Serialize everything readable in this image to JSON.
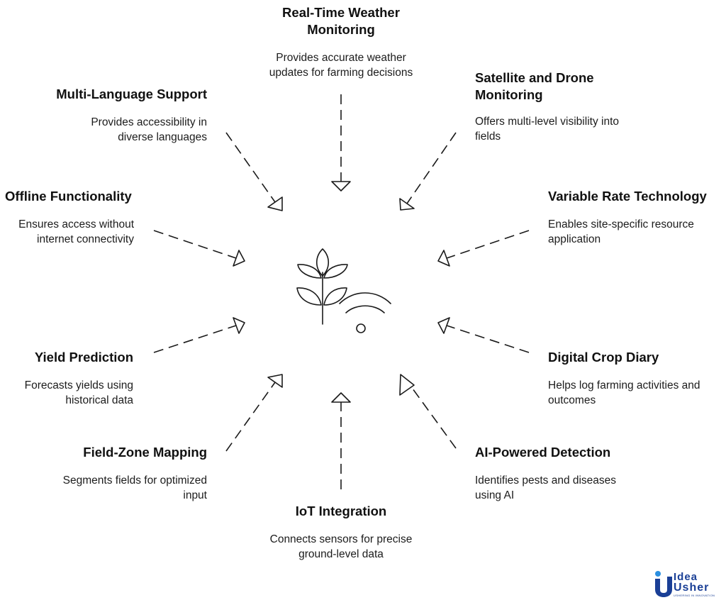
{
  "features": [
    {
      "id": "weather",
      "title": "Real-Time Weather Monitoring",
      "desc": "Provides accurate weather updates for farming decisions"
    },
    {
      "id": "satellite",
      "title": "Satellite and Drone Monitoring",
      "desc": "Offers multi-level visibility into fields"
    },
    {
      "id": "vrt",
      "title": "Variable Rate Technology",
      "desc": "Enables site-specific resource application"
    },
    {
      "id": "diary",
      "title": "Digital Crop Diary",
      "desc": "Helps log farming activities and outcomes"
    },
    {
      "id": "ai",
      "title": "AI-Powered Detection",
      "desc": "Identifies pests and diseases using AI"
    },
    {
      "id": "iot",
      "title": "IoT Integration",
      "desc": "Connects sensors for precise ground-level data"
    },
    {
      "id": "fieldzone",
      "title": "Field-Zone Mapping",
      "desc": "Segments fields for optimized input"
    },
    {
      "id": "yield",
      "title": "Yield Prediction",
      "desc": "Forecasts yields using historical data"
    },
    {
      "id": "offline",
      "title": "Offline Functionality",
      "desc": "Ensures access without internet connectivity"
    },
    {
      "id": "language",
      "title": "Multi-Language Support",
      "desc": "Provides accessibility in diverse languages"
    }
  ],
  "center_icon": "plant-wifi-icon",
  "logo": {
    "line1": "Idea",
    "line2": "Usher",
    "tagline": "USHERING IN INNOVATION",
    "color": "#1a3f96",
    "accent": "#2a8fe0"
  }
}
